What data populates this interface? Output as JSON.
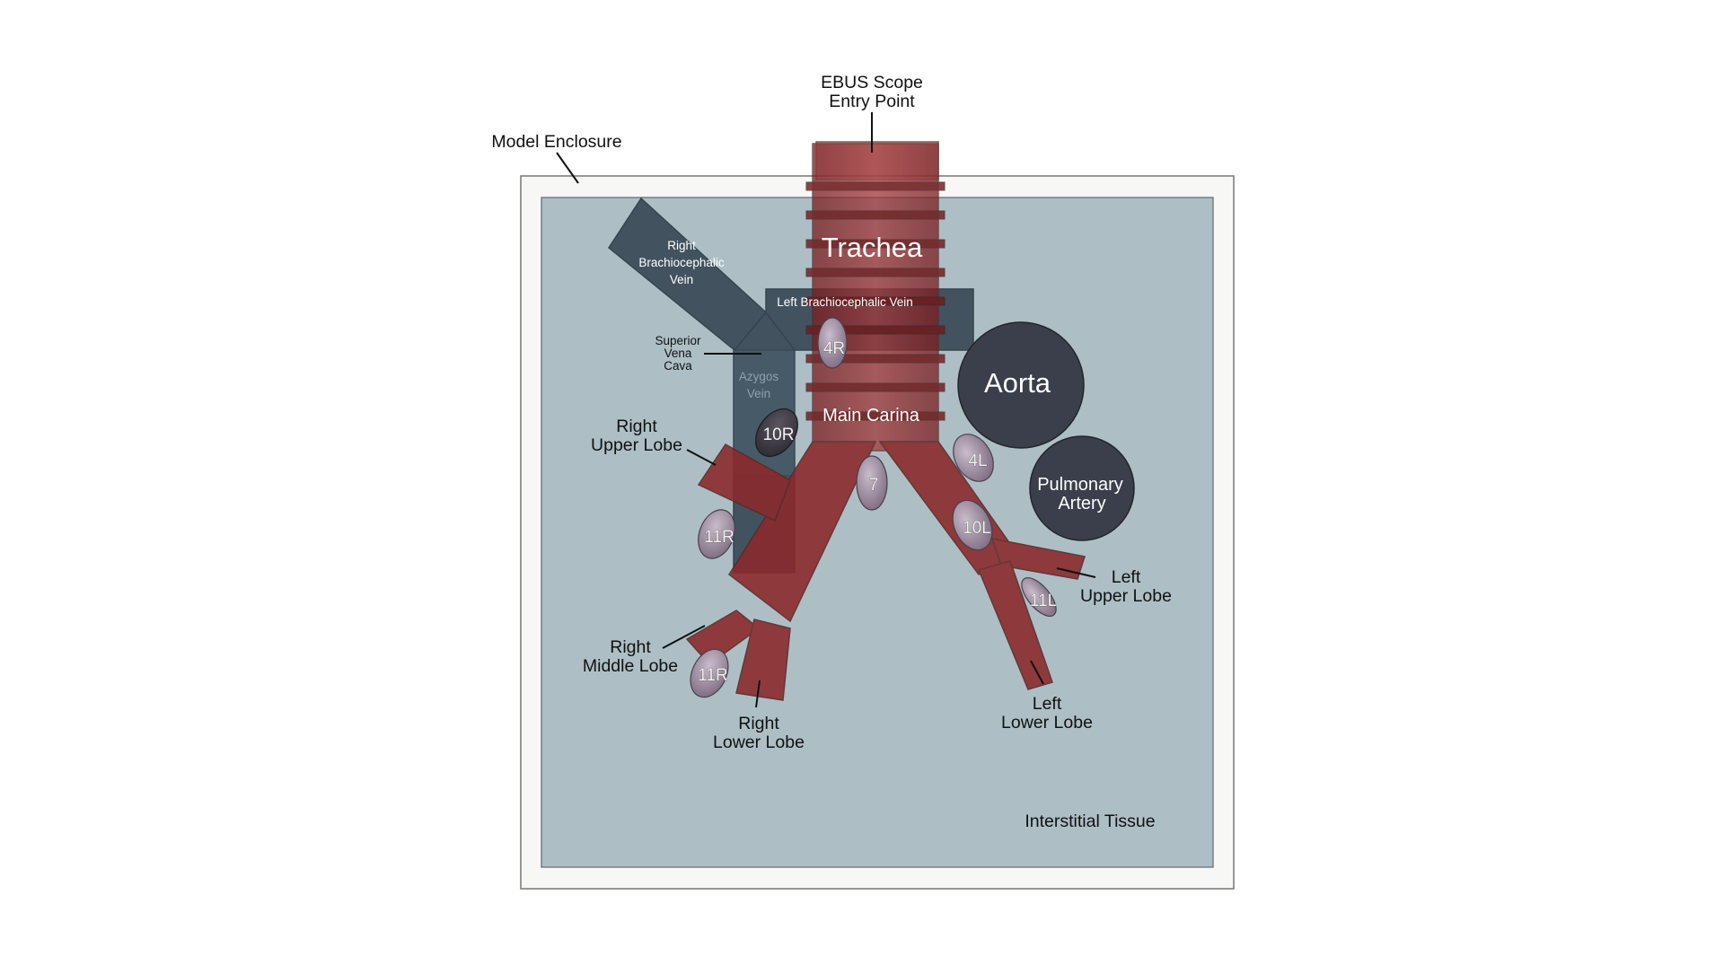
{
  "labels": {
    "scope_entry": [
      "EBUS Scope",
      "Entry Point"
    ],
    "model_enclosure": "Model Enclosure",
    "trachea": "Trachea",
    "aorta": "Aorta",
    "pulmonary_artery": [
      "Pulmonary",
      "Artery"
    ],
    "main_carina": "Main Carina",
    "right_brachiocephalic_vein": [
      "Right",
      "Brachiocephalic",
      "Vein"
    ],
    "left_brachiocephalic_vein": "Left Brachiocephalic Vein",
    "superior_vena_cava": [
      "Superior",
      "Vena",
      "Cava"
    ],
    "azygos_vein": [
      "Azygos",
      "Vein"
    ],
    "right_upper_lobe": [
      "Right",
      "Upper Lobe"
    ],
    "right_middle_lobe": [
      "Right",
      "Middle Lobe"
    ],
    "right_lower_lobe": [
      "Right",
      "Lower Lobe"
    ],
    "left_upper_lobe": [
      "Left",
      "Upper Lobe"
    ],
    "left_lower_lobe": [
      "Left",
      "Lower Lobe"
    ],
    "interstitial_tissue": "Interstitial Tissue"
  },
  "lymph_nodes": {
    "n4R": "4R",
    "n10R": "10R",
    "n7": "7",
    "n4L": "4L",
    "n10L": "10L",
    "n11R_upper": "11R",
    "n11R_lower": "11R",
    "n11L": "11L"
  },
  "colors": {
    "enclosure_fill": "#f7f7f5",
    "tissue": "#adbfc5",
    "airway": "#8b2a2c",
    "vein": "#3a4a57",
    "artery": "#3a3f4b",
    "node": "#9a8a9e"
  }
}
